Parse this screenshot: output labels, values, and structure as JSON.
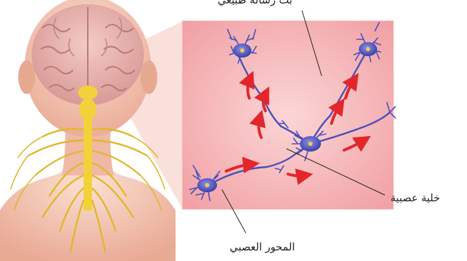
{
  "labels": {
    "transmission": "بث رسالة طبيعي",
    "nerve_cell": "خلية عصبية",
    "axon": "المحور العصبي"
  },
  "colors": {
    "skin": "#f3c6b4",
    "brain": "#e8b4b0",
    "spinal_nerves": "#f2d23a",
    "panel_bg": "#f6b8ba",
    "neuron": "#4a4fb8",
    "arrow": "#e3262b"
  }
}
